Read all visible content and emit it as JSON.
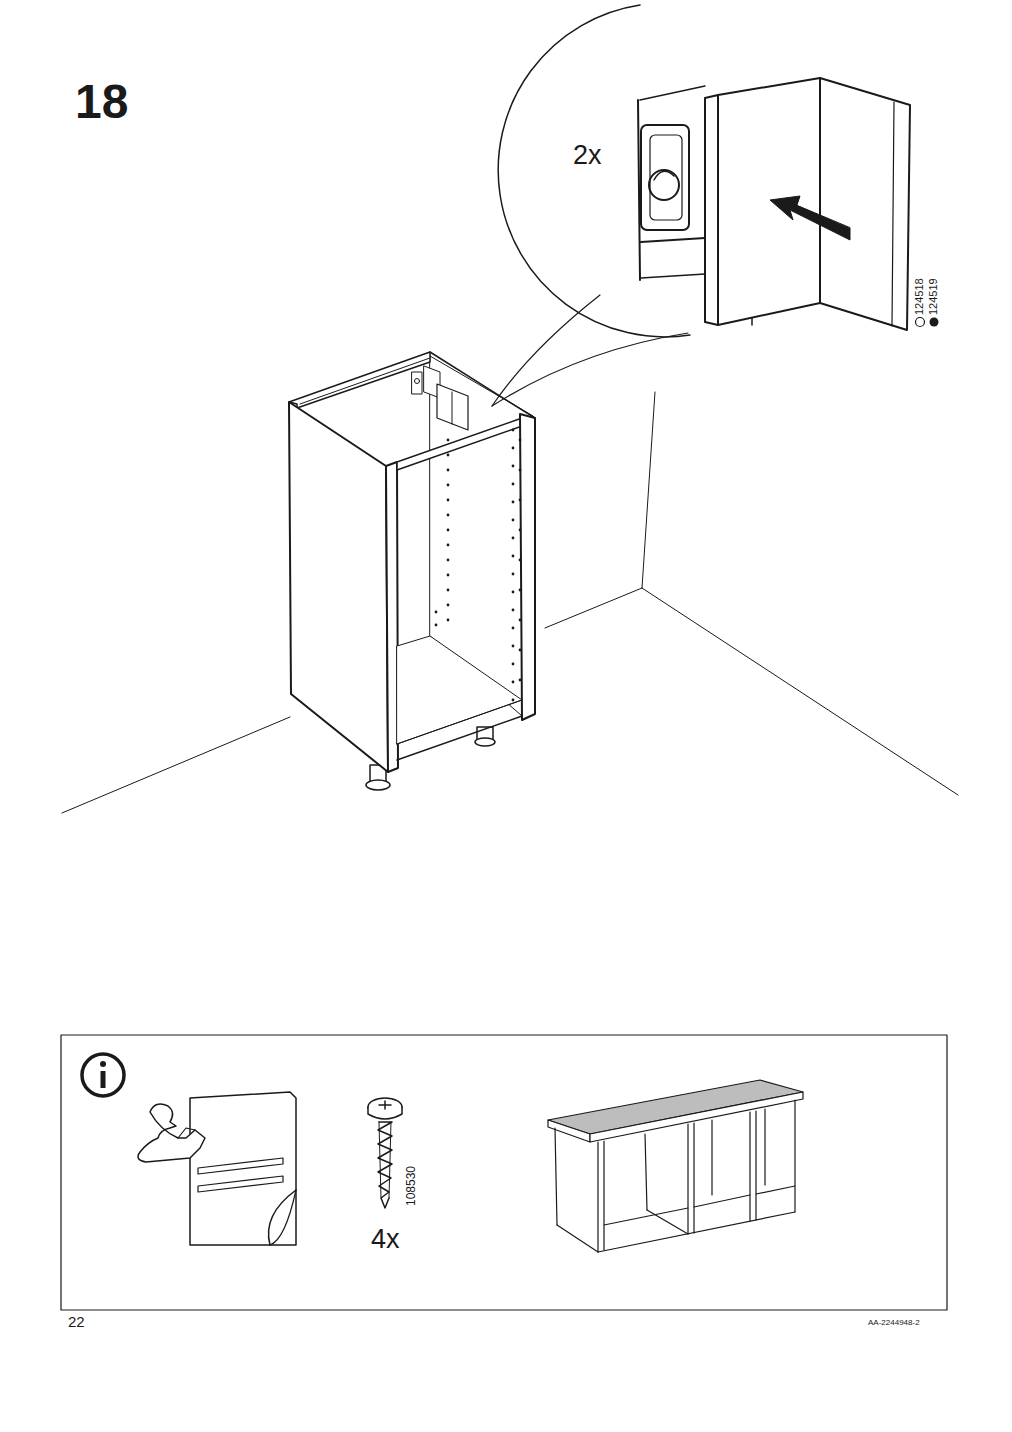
{
  "diagram": {
    "labels": [
      "18",
      "2x",
      "124518",
      "124519",
      "108530",
      "4x",
      "22",
      "AA-2244948-2"
    ]
  }
}
